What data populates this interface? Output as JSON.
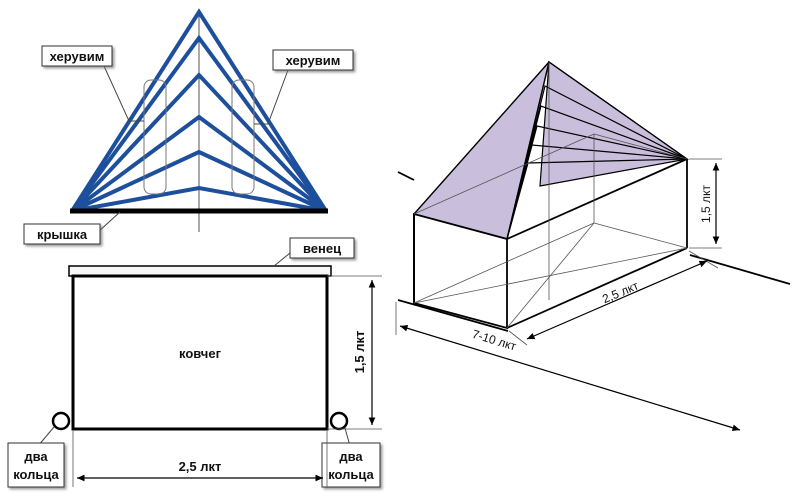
{
  "labels": {
    "cherub_left": "херувим",
    "cherub_right": "херувим",
    "lid": "крышка",
    "crown": "венец",
    "ark": "ковчег",
    "rings_left_1": "два",
    "rings_left_2": "кольца",
    "rings_right_1": "два",
    "rings_right_2": "кольца"
  },
  "dimensions": {
    "front_height": "1,5 лкт",
    "front_width": "2,5 лкт",
    "iso_height": "1,5 лкт",
    "iso_width": "2,5 лкт",
    "iso_depth": "7-10 лкт"
  },
  "colors": {
    "wing_blue": "#1d4f9c",
    "roof_purple": "#c9bfdc",
    "label_bg": "#ffffff"
  }
}
